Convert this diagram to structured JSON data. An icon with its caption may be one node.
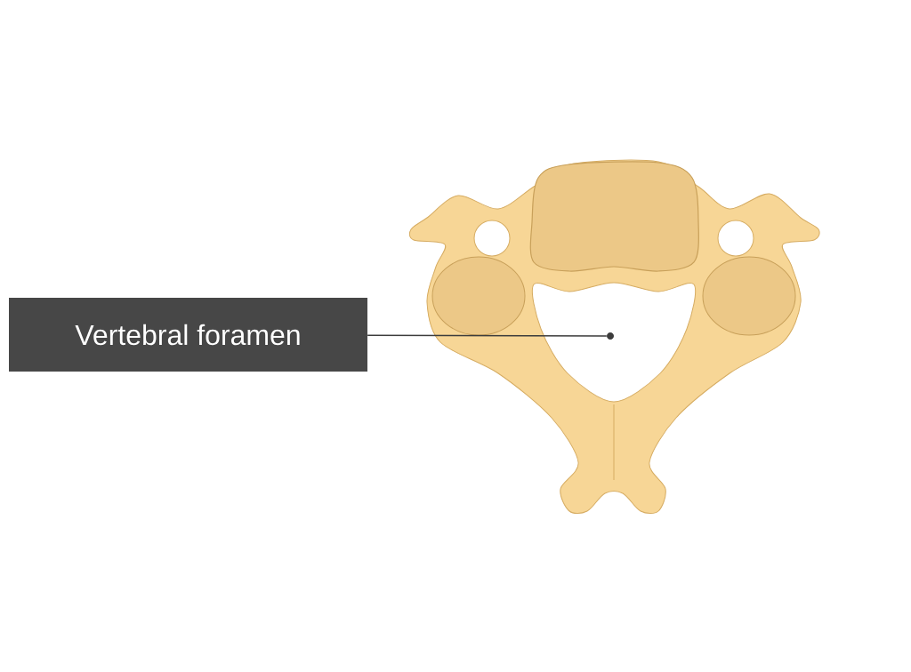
{
  "diagram": {
    "nodes": [
      {
        "text": [
          "Vertebral foramen"
        ]
      },
      {
        "text": [],
        "shape": "circle"
      }
    ],
    "edges": [
      {
        "from": 0,
        "to": 1,
        "arrow": "none"
      }
    ]
  }
}
